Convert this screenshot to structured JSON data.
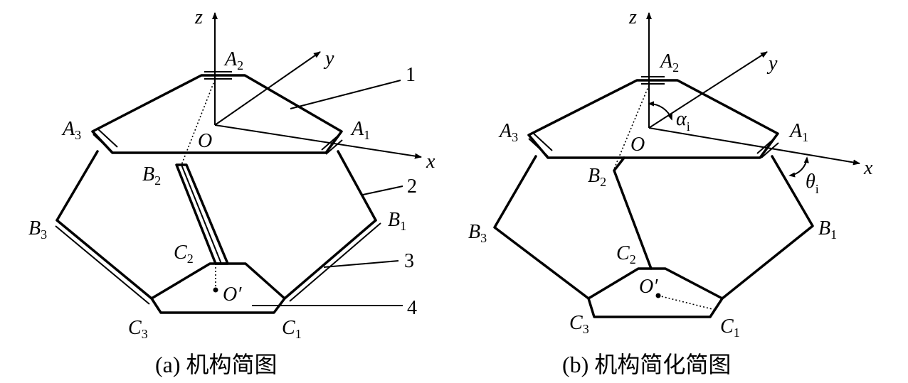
{
  "left": {
    "axes": {
      "z": "z",
      "y": "y",
      "x": "x"
    },
    "origin": "O",
    "origin2": "O′",
    "points": {
      "A1": {
        "base": "A",
        "sub": "1"
      },
      "A2": {
        "base": "A",
        "sub": "2"
      },
      "A3": {
        "base": "A",
        "sub": "3"
      },
      "B1": {
        "base": "B",
        "sub": "1"
      },
      "B2": {
        "base": "B",
        "sub": "2"
      },
      "B3": {
        "base": "B",
        "sub": "3"
      },
      "C1": {
        "base": "C",
        "sub": "1"
      },
      "C2": {
        "base": "C",
        "sub": "2"
      },
      "C3": {
        "base": "C",
        "sub": "3"
      }
    },
    "callouts": [
      "1",
      "2",
      "3",
      "4"
    ],
    "caption": "(a) 机构简图"
  },
  "right": {
    "axes": {
      "z": "z",
      "y": "y",
      "x": "x"
    },
    "origin": "O",
    "origin2": "O′",
    "points": {
      "A1": {
        "base": "A",
        "sub": "1"
      },
      "A2": {
        "base": "A",
        "sub": "2"
      },
      "A3": {
        "base": "A",
        "sub": "3"
      },
      "B1": {
        "base": "B",
        "sub": "1"
      },
      "B2": {
        "base": "B",
        "sub": "2"
      },
      "B3": {
        "base": "B",
        "sub": "3"
      },
      "C1": {
        "base": "C",
        "sub": "1"
      },
      "C2": {
        "base": "C",
        "sub": "2"
      },
      "C3": {
        "base": "C",
        "sub": "3"
      }
    },
    "angles": {
      "alpha": {
        "base": "α",
        "sub": "i"
      },
      "theta": {
        "base": "θ",
        "sub": "i"
      }
    },
    "caption": "(b) 机构简化简图"
  }
}
